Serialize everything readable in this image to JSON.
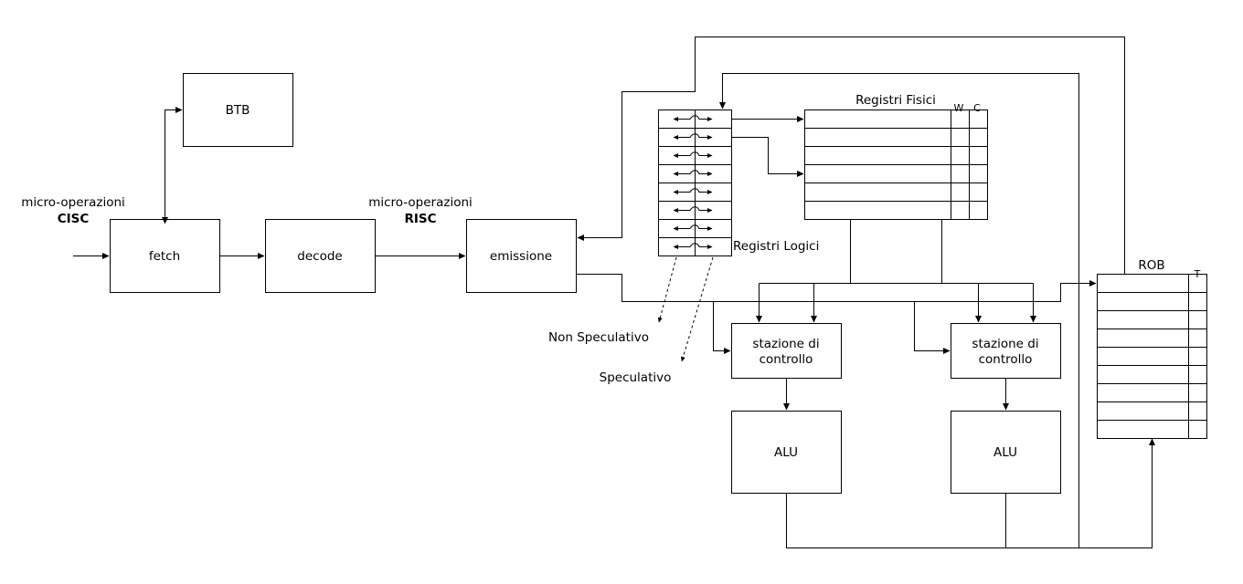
{
  "input": {
    "cisc_line1": "micro-operazioni",
    "cisc_line2": "CISC",
    "risc_line1": "micro-operazioni",
    "risc_line2": "RISC"
  },
  "blocks": {
    "btb": "BTB",
    "fetch": "fetch",
    "decode": "decode",
    "issue": "emissione",
    "rs_left_line1": "stazione di",
    "rs_left_line2": "controllo",
    "rs_right_line1": "stazione di",
    "rs_right_line2": "controllo",
    "alu_left": "ALU",
    "alu_right": "ALU"
  },
  "registers": {
    "logical_title": "Registri Logici",
    "physical_title": "Registri Fisici",
    "col_w": "W",
    "col_c": "C"
  },
  "rob": {
    "title": "ROB",
    "col_t": "T"
  },
  "annotations": {
    "non_speculative": "Non Speculativo",
    "speculative": "Speculativo"
  }
}
